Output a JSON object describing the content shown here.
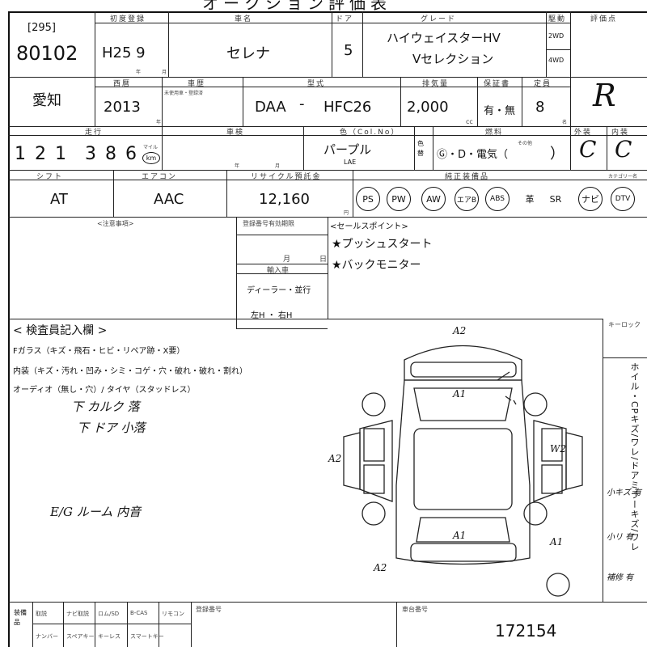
{
  "header": {
    "title_partial": "オークション評価表",
    "label_first_reg": "初度登録",
    "label_model": "車名",
    "label_doors": "ドア",
    "label_grade": "グレード",
    "label_drive": "駆動",
    "label_score": "評価点"
  },
  "row1": {
    "lot_prefix": "[295]",
    "lot_number": "80102",
    "first_reg": "H25 9",
    "first_reg_unit": "月",
    "first_reg_small": "年",
    "model": "セレナ",
    "doors": "5",
    "grade_line1": "ハイウェイスターHV",
    "grade_line2": "Vセレクション",
    "drive_2wd": "2WD",
    "drive_4wd": "4WD",
    "score": "R"
  },
  "row2": {
    "label_west": "西暦",
    "label_inspection": "車歴",
    "label_type": "型式",
    "label_cc": "排気量",
    "label_warranty": "保証書",
    "label_capacity": "定員",
    "region": "愛知",
    "year": "2013",
    "year_unit": "年",
    "history_note": "未使用車・登録済",
    "type_prefix": "DAA",
    "type_dash": "-",
    "type_code": "HFC26",
    "cc": "2,000",
    "cc_unit": "cc",
    "warranty": "有・無",
    "capacity": "8",
    "capacity_unit": "名"
  },
  "row3": {
    "label_mileage": "走行",
    "label_inspection": "車検",
    "label_color": "色（Col.No）",
    "label_fuel": "燃料",
    "label_ext": "外装",
    "label_int": "内装",
    "mileage_digits": [
      "1",
      "2",
      "1",
      "3",
      "8",
      "6"
    ],
    "mileage_mile": "マイル",
    "mileage_km": "km",
    "insp_year": "年",
    "insp_month": "月",
    "color": "パープル",
    "color_code": "LAE",
    "color_change": "色替",
    "fuel": "Ⓖ・D・電気（",
    "fuel_other": "その他",
    "fuel_close": "）",
    "ext_grade": "C",
    "int_grade": "C"
  },
  "row4": {
    "label_shift": "シフト",
    "label_ac": "エアコン",
    "label_recycle": "リサイクル預託金",
    "label_equip": "純正装備品",
    "label_navi_cat": "カテゴリー名",
    "shift": "AT",
    "ac": "AAC",
    "recycle": "12,160",
    "recycle_unit": "円",
    "equipment": [
      "PS",
      "PW",
      "AW",
      "エアB",
      "ABS",
      "革",
      "SR",
      "ナビ",
      "DTV"
    ],
    "equipment_circled": [
      true,
      true,
      true,
      true,
      true,
      false,
      false,
      true,
      true
    ]
  },
  "notes": {
    "label_caution": "<注意事項>",
    "label_expiry": "登録番号有効期限",
    "expiry_month": "月",
    "expiry_day": "日",
    "label_import": "輸入車",
    "import_dealer": "ディーラー・並行",
    "import_handle": "左H ・ 右H",
    "label_sales": "<セールスポイント>",
    "sales_points": [
      "★プッシュスタート",
      "★バックモニター"
    ]
  },
  "inspector": {
    "label": "< 検査員記入欄 >",
    "glass": "Fガラス（キズ・飛石・ヒビ・リペア跡・X要）",
    "interior": "内装（キズ・汚れ・凹み・シミ・コゲ・穴・破れ・破れ・割れ）",
    "audio": "オーディオ（無し・穴）/ タイヤ（スタッドレス）",
    "hand_note1": "下 カルク 落",
    "hand_note2": "下 ドア 小落",
    "hand_note3": "E/G ルーム 内音",
    "key_label": "キーロック",
    "side_vertical": "ホイル・CPキズ/ワレ/ドアミラーキズ/ワレ"
  },
  "diagram_marks": {
    "m1": "A2",
    "m2": "A1",
    "m3": "A2",
    "m4": "W2",
    "m5": "A1",
    "m6": "A2",
    "m7": "A1",
    "side_note1": "小キズ 有",
    "side_note2": "小リ 有",
    "side_note3": "補修 有"
  },
  "footer": {
    "label_equip_col": "装備品",
    "items_top": [
      "取説",
      "ナビ取説",
      "ロム/SD",
      "B-CAS",
      "リモコン"
    ],
    "items_bottom": [
      "ナンバー",
      "スペアキー",
      "キーレス",
      "スマートキー"
    ],
    "label_reg_no": "登録番号",
    "label_chassis": "車台番号",
    "chassis": "172154"
  }
}
